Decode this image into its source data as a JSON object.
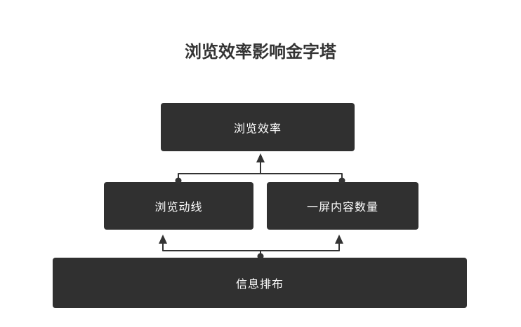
{
  "title": "浏览效率影响金字塔",
  "pyramid": {
    "top": {
      "label": "浏览效率"
    },
    "middle": [
      {
        "label": "浏览动线"
      },
      {
        "label": "一屏内容数量"
      }
    ],
    "bottom": {
      "label": "信息排布"
    }
  },
  "colors": {
    "page_background": "#ffffff",
    "box_background": "#303030",
    "box_text": "#ffffff",
    "title_text": "#333333",
    "connector": "#333333"
  }
}
